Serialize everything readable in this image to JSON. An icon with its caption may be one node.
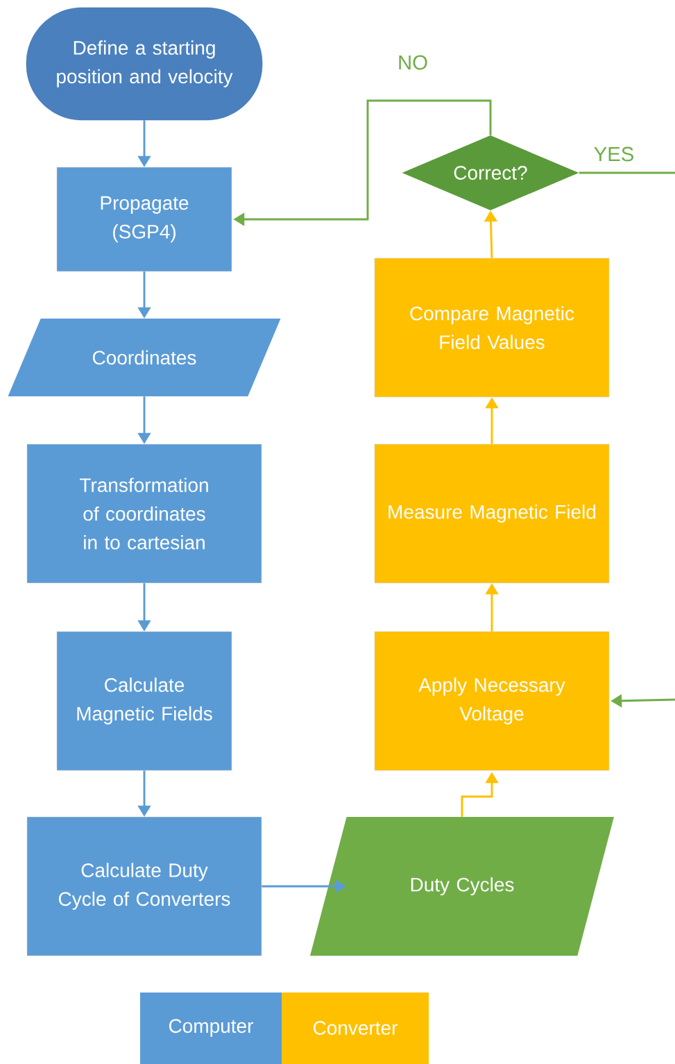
{
  "diagram": {
    "nodes": [
      {
        "text": [
          "Define a starting position and velocity"
        ]
      },
      {
        "text": [
          "Propagate (SGP4)"
        ]
      },
      {
        "text": [
          "Coordinates"
        ]
      },
      {
        "text": [
          "Transformation of coordinates in to cartesian"
        ]
      },
      {
        "text": [
          "Calculate Magnetic Fields"
        ]
      },
      {
        "text": [
          "Calculate Duty Cycle of Converters"
        ]
      },
      {
        "text": [
          "Duty Cycles"
        ]
      },
      {
        "text": [
          "Apply Necessary Voltage"
        ]
      },
      {
        "text": [
          "Measure Magnetic Field"
        ]
      },
      {
        "text": [
          "Compare Magnetic Field Values"
        ]
      },
      {
        "text": [
          "Correct?"
        ]
      }
    ],
    "edges": [
      {
        "from": 0,
        "to": 1,
        "arrow": "to"
      },
      {
        "from": 1,
        "to": 2,
        "arrow": "to"
      },
      {
        "from": 2,
        "to": 3,
        "arrow": "to"
      },
      {
        "from": 3,
        "to": 4,
        "arrow": "to"
      },
      {
        "from": 4,
        "to": 5,
        "arrow": "to"
      },
      {
        "from": 5,
        "to": 6,
        "arrow": "to"
      },
      {
        "from": 6,
        "to": 7,
        "arrow": "to",
        "color": "#ffc000"
      },
      {
        "from": 7,
        "to": 8,
        "arrow": "to",
        "color": "#ffc000"
      },
      {
        "from": 8,
        "to": 9,
        "arrow": "to",
        "color": "#ffc000"
      },
      {
        "from": 9,
        "to": 10,
        "arrow": "to",
        "color": "#ffc000"
      },
      {
        "from": 10,
        "to": 1,
        "arrow": "to",
        "label": "NO",
        "color": "#70ad47"
      },
      {
        "from": 10,
        "to": null,
        "arrow": "none",
        "label": "YES",
        "color": "#70ad47"
      },
      {
        "from": null,
        "to": 7,
        "arrow": "to",
        "color": "#70ad47"
      }
    ],
    "legend": [
      {
        "text": "Computer",
        "color": "#5b9bd5"
      },
      {
        "text": "Converter",
        "color": "#ffc000"
      }
    ]
  }
}
